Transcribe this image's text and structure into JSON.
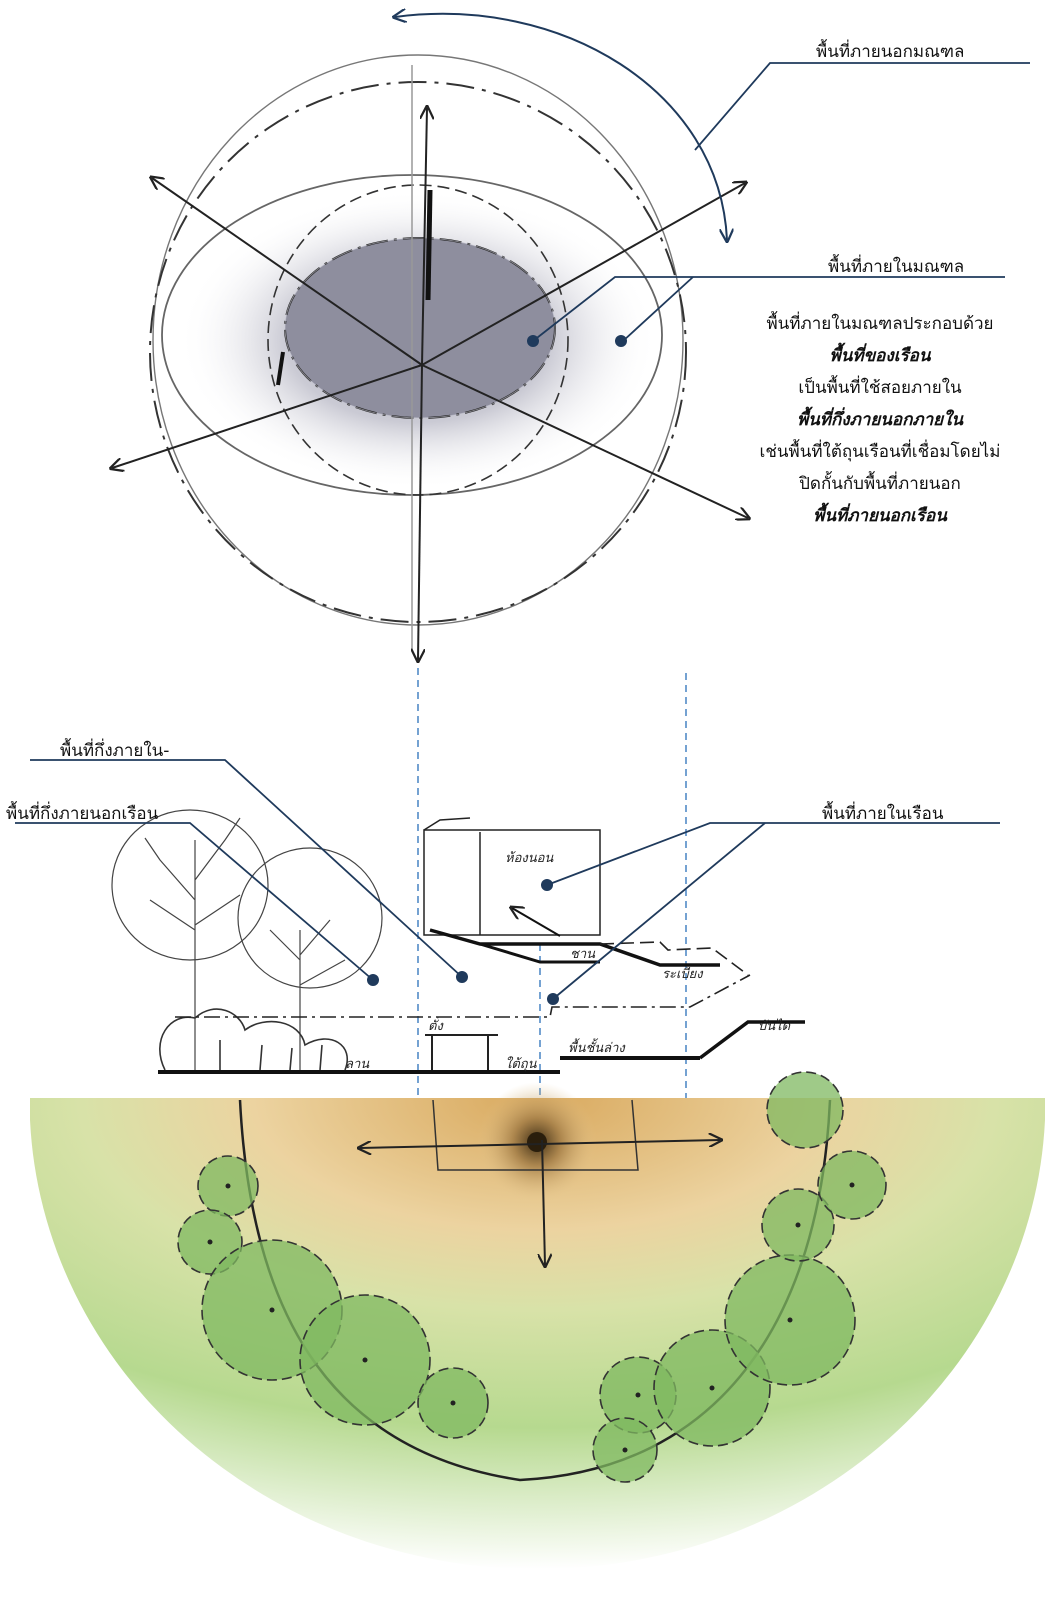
{
  "labels": {
    "outer_mandala": "พื้นที่ภายนอกมณฑล",
    "inner_mandala": "พื้นที่ภายในมณฑล",
    "semi_inner": "พื้นที่กึ่งภายใน-",
    "semi_outer_house": "พื้นที่กึ่งภายนอกเรือน",
    "inside_house": "พื้นที่ภายในเรือน"
  },
  "description": {
    "line1": "พื้นที่ภายในมณฑลประกอบด้วย",
    "line2": "พื้นที่ของเรือน",
    "line3": "เป็นพื้นที่ใช้สอยภายใน",
    "line4": "พื้นที่กึ่งภายนอกภายใน",
    "line5": "เช่นพื้นที่ใต้ถุนเรือนที่เชื่อมโดยไม่",
    "line6": "ปิดกั้นกับพื้นที่ภายนอก",
    "line7": "พื้นที่ภายนอกเรือน"
  },
  "sketch_notes": {
    "bedroom": "ห้องนอน",
    "porch": "ชาน",
    "veranda": "ระเบียง",
    "stairs": "บันได",
    "ground_floor": "พื้นชั้นล่าง",
    "courtyard": "ลาน",
    "bench": "ตั่ง",
    "underfloor": "ใต้ถุน"
  },
  "colors": {
    "leader_line": "#1f3a5c",
    "dot": "#1f3a5c",
    "dashed_guide": "#3a7bbf",
    "inner_disc": "#8e8e9e",
    "green": "#8cc46a",
    "sand": "#e0b870"
  }
}
